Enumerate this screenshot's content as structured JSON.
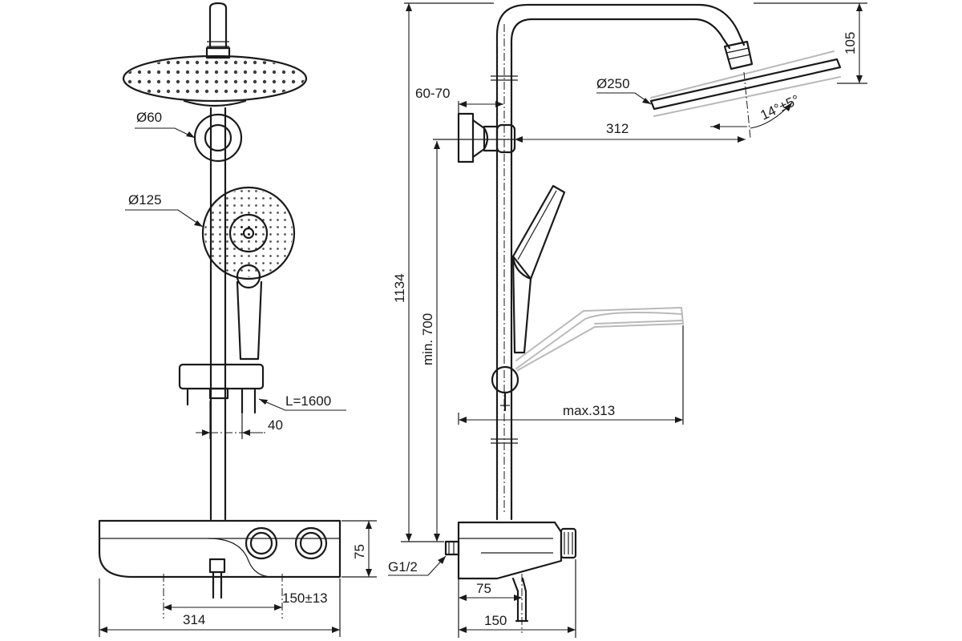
{
  "dimensions": {
    "shower_head_diameter": "Ø250",
    "arm_height": "105",
    "arm_reach": "312",
    "head_tilt": "14°±5°",
    "bracket_offset": "60-70",
    "hand_shower_diameter": "Ø125",
    "wall_bracket_diameter": "Ø60",
    "total_height": "1134",
    "min_height": "min. 700",
    "hand_shower_reach": "max.313",
    "hose_length": "L=1600",
    "slider_offset": "40",
    "thermostat_height": "75",
    "connection_spacing": "150±13",
    "total_width": "314",
    "outlet_offset": "75",
    "thermostat_depth": "150",
    "thread_size": "G1/2"
  },
  "colors": {
    "line": "#1a1a1a",
    "ghost": "#b9b9b9",
    "background": "#ffffff"
  }
}
